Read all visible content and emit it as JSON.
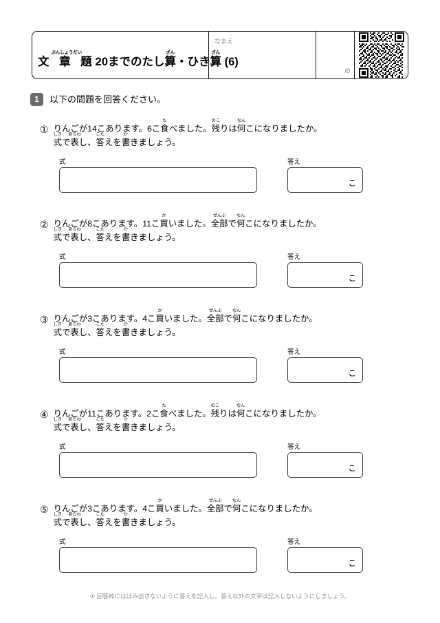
{
  "header": {
    "title_ruby": "ぶんしょうだい",
    "title_kanji": "文 章 題",
    "title_rest_before": "20までのたし",
    "title_ruby_san1": "ざん",
    "title_kanji_san1": "算",
    "title_middle": "・ひき",
    "title_ruby_san2": "ざん",
    "title_kanji_san2": "算",
    "title_suffix": " (6)",
    "title_full": "文 章 題 20までのたし算・ひき算 (6)",
    "name_label": "なまえ",
    "score": "/0",
    "qr_alt": "qr-code"
  },
  "instruction": {
    "badge": "1",
    "text": "以下の問題を回答ください。"
  },
  "labels": {
    "shiki": "式",
    "kotae": "答え",
    "unit": "こ"
  },
  "questions": [
    {
      "number": "①",
      "line1_parts": [
        {
          "text": "りんごが14こあります。6こ"
        },
        {
          "text": "食",
          "ruby": "た"
        },
        {
          "text": "べました。"
        },
        {
          "text": "残",
          "ruby": "のこ"
        },
        {
          "text": "りは"
        },
        {
          "text": "何",
          "ruby": "なん"
        },
        {
          "text": "こになりましたか。"
        }
      ],
      "line2_parts": [
        {
          "text": "式",
          "ruby": "しき"
        },
        {
          "text": "で"
        },
        {
          "text": "表",
          "ruby": "あらわ"
        },
        {
          "text": "し、"
        },
        {
          "text": "答",
          "ruby": "こた"
        },
        {
          "text": "えを"
        },
        {
          "text": "書",
          "ruby": "か"
        },
        {
          "text": "きましょう。"
        }
      ],
      "line1_plain": "りんごが14こあります。6こ食べました。残りは何こになりましたか。",
      "line2_plain": "式で表し、答えを書きましょう。"
    },
    {
      "number": "②",
      "line1_parts": [
        {
          "text": "りんごが8こあります。11こ"
        },
        {
          "text": "買",
          "ruby": "か"
        },
        {
          "text": "いました。"
        },
        {
          "text": "全部",
          "ruby": "ぜんぶ"
        },
        {
          "text": "で"
        },
        {
          "text": "何",
          "ruby": "なん"
        },
        {
          "text": "こになりましたか。"
        }
      ],
      "line2_parts": [
        {
          "text": "式",
          "ruby": "しき"
        },
        {
          "text": "で"
        },
        {
          "text": "表",
          "ruby": "あらわ"
        },
        {
          "text": "し、"
        },
        {
          "text": "答",
          "ruby": "こた"
        },
        {
          "text": "えを"
        },
        {
          "text": "書",
          "ruby": "か"
        },
        {
          "text": "きましょう。"
        }
      ],
      "line1_plain": "りんごが8こあります。11こ買いました。全部で何こになりましたか。",
      "line2_plain": "式で表し、答えを書きましょう。"
    },
    {
      "number": "③",
      "line1_parts": [
        {
          "text": "りんごが3こあります。4こ"
        },
        {
          "text": "買",
          "ruby": "か"
        },
        {
          "text": "いました。"
        },
        {
          "text": "全部",
          "ruby": "ぜんぶ"
        },
        {
          "text": "で"
        },
        {
          "text": "何",
          "ruby": "なん"
        },
        {
          "text": "こになりましたか。"
        }
      ],
      "line2_parts": [
        {
          "text": "式",
          "ruby": "しき"
        },
        {
          "text": "で"
        },
        {
          "text": "表",
          "ruby": "あらわ"
        },
        {
          "text": "し、"
        },
        {
          "text": "答",
          "ruby": "こた"
        },
        {
          "text": "えを"
        },
        {
          "text": "書",
          "ruby": "か"
        },
        {
          "text": "きましょう。"
        }
      ],
      "line1_plain": "りんごが3こあります。4こ買いました。全部で何こになりましたか。",
      "line2_plain": "式で表し、答えを書きましょう。"
    },
    {
      "number": "④",
      "line1_parts": [
        {
          "text": "りんごが11こあります。2こ"
        },
        {
          "text": "食",
          "ruby": "た"
        },
        {
          "text": "べました。"
        },
        {
          "text": "残",
          "ruby": "のこ"
        },
        {
          "text": "りは"
        },
        {
          "text": "何",
          "ruby": "なん"
        },
        {
          "text": "こになりましたか。"
        }
      ],
      "line2_parts": [
        {
          "text": "式",
          "ruby": "しき"
        },
        {
          "text": "で"
        },
        {
          "text": "表",
          "ruby": "あらわ"
        },
        {
          "text": "し、"
        },
        {
          "text": "答",
          "ruby": "こた"
        },
        {
          "text": "えを"
        },
        {
          "text": "書",
          "ruby": "か"
        },
        {
          "text": "きましょう。"
        }
      ],
      "line1_plain": "りんごが11こあります。2こ食べました。残りは何こになりましたか。",
      "line2_plain": "式で表し、答えを書きましょう。"
    },
    {
      "number": "⑤",
      "line1_parts": [
        {
          "text": "りんごが3こあります。4こ"
        },
        {
          "text": "買",
          "ruby": "か"
        },
        {
          "text": "いました。"
        },
        {
          "text": "全部",
          "ruby": "ぜんぶ"
        },
        {
          "text": "で"
        },
        {
          "text": "何",
          "ruby": "なん"
        },
        {
          "text": "こになりましたか。"
        }
      ],
      "line2_parts": [
        {
          "text": "式",
          "ruby": "しき"
        },
        {
          "text": "で"
        },
        {
          "text": "表",
          "ruby": "あらわ"
        },
        {
          "text": "し、"
        },
        {
          "text": "答",
          "ruby": "こた"
        },
        {
          "text": "えを"
        },
        {
          "text": "書",
          "ruby": "か"
        },
        {
          "text": "きましょう。"
        }
      ],
      "line1_plain": "りんごが3こあります。4こ買いました。全部で何こになりましたか。",
      "line2_plain": "式で表し、答えを書きましょう。"
    }
  ],
  "footer": {
    "note": "① 回答枠にははみ出さないように答えを記入し、答え以外の文字は記入しないようにしましょう。"
  },
  "colors": {
    "ink": "#000000",
    "badge_bg": "#6b6b6b",
    "box_border": "#3a3a3a",
    "muted": "#8e8e8e"
  }
}
